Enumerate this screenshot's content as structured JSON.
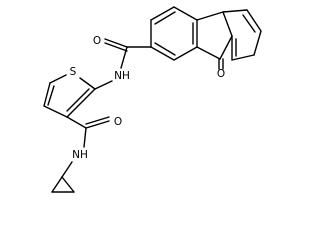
{
  "structure": {
    "bond_color": "#000000",
    "background": "#ffffff",
    "atom_labels": {
      "thiophene_sulfur": "S",
      "amide1_oxygen": "O",
      "amide1_nitrogen": "NH",
      "ketone_oxygen": "O",
      "amide2_oxygen": "O",
      "amide2_nitrogen": "NH"
    }
  }
}
